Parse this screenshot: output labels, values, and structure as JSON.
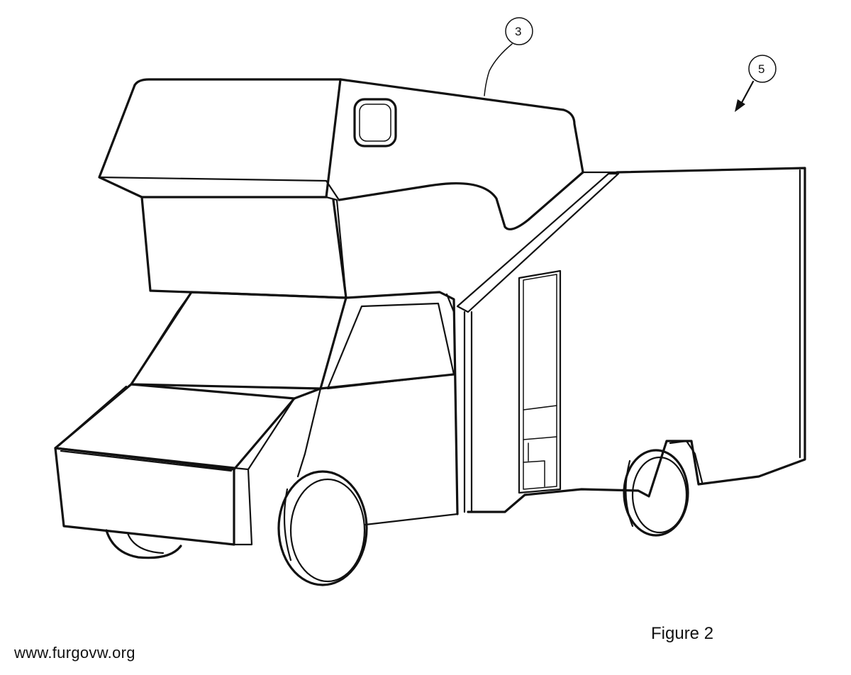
{
  "callouts": [
    {
      "label": "3"
    },
    {
      "label": "5"
    }
  ],
  "caption": "Figure 2",
  "watermark": "www.furgovw.org"
}
